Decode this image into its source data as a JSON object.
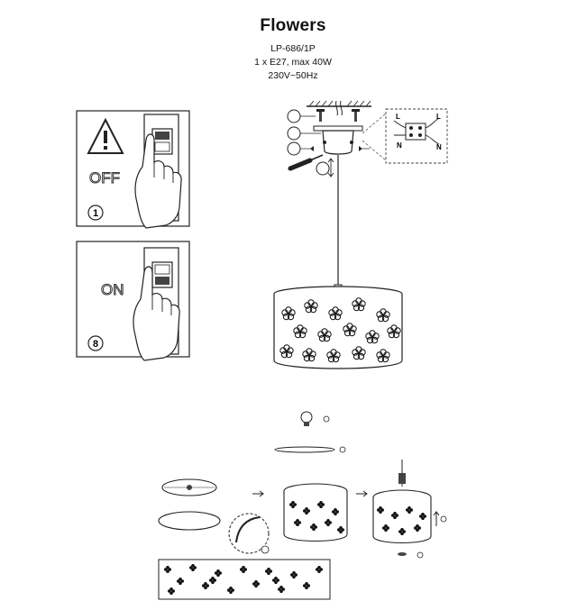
{
  "header": {
    "title": "Flowers",
    "model": "LP-686/1P",
    "bulb": "1 x E27, max 40W",
    "voltage": "230V~50Hz"
  },
  "panels": {
    "off_label": "OFF",
    "off_step": "1",
    "on_label": "ON",
    "on_step": "8"
  },
  "wiring": {
    "L": "L",
    "N": "N"
  }
}
